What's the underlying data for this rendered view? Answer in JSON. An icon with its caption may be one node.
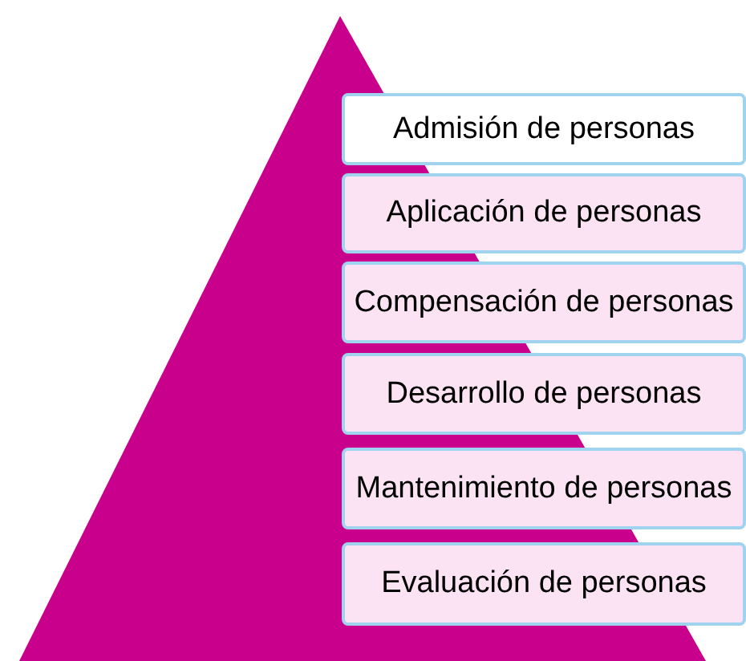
{
  "diagram": {
    "nodes": [
      {
        "text": [
          "Admisión de personas"
        ]
      },
      {
        "text": [
          "Aplicación de personas"
        ]
      },
      {
        "text": [
          "Compensación de personas"
        ]
      },
      {
        "text": [
          "Desarrollo de personas"
        ]
      },
      {
        "text": [
          "Mantenimiento de personas"
        ]
      },
      {
        "text": [
          "Evaluación de personas"
        ]
      }
    ],
    "edges": []
  }
}
